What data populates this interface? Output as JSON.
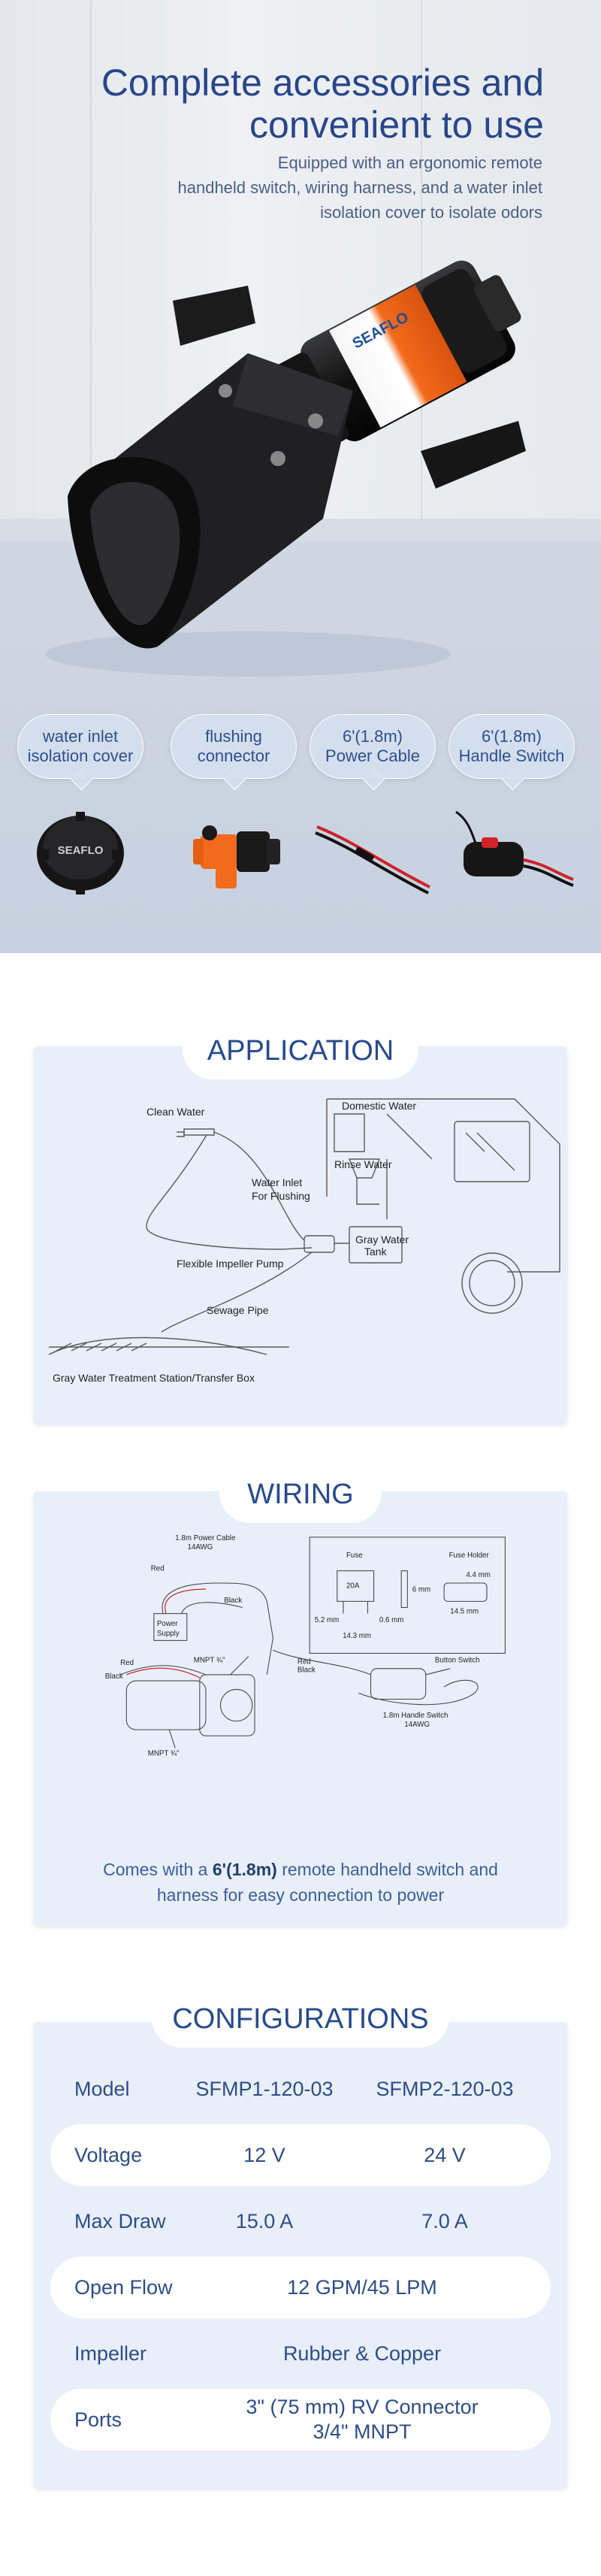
{
  "hero": {
    "title_line1": "Complete accessories and",
    "title_line2": "convenient to use",
    "subtitle_line1": "Equipped with an ergonomic remote",
    "subtitle_line2": "handheld switch, wiring harness, and a water inlet",
    "subtitle_line3": "isolation cover to isolate odors",
    "pump_label_brand": "SEAFLO",
    "accessories": [
      {
        "line1": "water inlet",
        "line2": "isolation cover"
      },
      {
        "line1": "flushing",
        "line2": "connector"
      },
      {
        "line1": "6'(1.8m)",
        "line2": "Power Cable"
      },
      {
        "line1": "6'(1.8m)",
        "line2": "Handle Switch"
      }
    ],
    "cover_brand": "SEAFLO"
  },
  "application": {
    "title": "APPLICATION",
    "labels": {
      "clean_water": "Clean Water",
      "domestic_water": "Domestic Water",
      "rinse_water": "Rinse Water",
      "water_inlet_1": "Water Inlet",
      "water_inlet_2": "For Flushing",
      "gray_tank_1": "Gray Water",
      "gray_tank_2": "Tank",
      "impeller_pump": "Flexible Impeller Pump",
      "sewage_pipe": "Sewage Pipe",
      "station": "Gray Water Treatment Station/Transfer Box"
    }
  },
  "wiring": {
    "title": "WIRING",
    "labels": {
      "power_cable_1": "1.8m Power Cable",
      "power_cable_2": "14AWG",
      "red_top": "Red",
      "black_top": "Black",
      "power_supply_1": "Power",
      "power_supply_2": "Supply",
      "red_left": "Red",
      "black_left": "Black",
      "mnpt_top": "MNPT ¾\"",
      "mnpt_bottom": "MNPT ¾\"",
      "red_mid": "Red",
      "black_mid": "Black",
      "fuse": "Fuse",
      "fuse_holder": "Fuse Holder",
      "fuse_rating": "20A",
      "dim_52": "5.2 mm",
      "dim_06": "0.6 mm",
      "dim_143": "14.3 mm",
      "dim_44": "4.4 mm",
      "dim_145": "14.5 mm",
      "dim_6": "6 mm",
      "button_switch": "Button Switch",
      "handle_switch_1": "1.8m Handle Switch",
      "handle_switch_2": "14AWG"
    },
    "caption_pre": "Comes with a ",
    "caption_bold": "6'(1.8m)",
    "caption_post": " remote handheld switch and",
    "caption_line2": "harness for easy connection to power"
  },
  "configurations": {
    "title": "CONFIGURATIONS",
    "header": {
      "label": "Model",
      "v1": "SFMP1-120-03",
      "v2": "SFMP2-120-03"
    },
    "rows": [
      {
        "label": "Voltage",
        "v1": "12 V",
        "v2": "24 V"
      },
      {
        "label": "Max Draw",
        "v1": "15.0 A",
        "v2": "7.0 A"
      }
    ],
    "open_flow": {
      "label": "Open Flow",
      "value": "12 GPM/45 LPM"
    },
    "impeller": {
      "label": "Impeller",
      "value": "Rubber & Copper"
    },
    "ports": {
      "label": "Ports",
      "value_line1": "3\" (75 mm) RV Connector",
      "value_line2": "3/4\" MNPT"
    }
  },
  "colors": {
    "title_blue": "#28468a",
    "card_bg": "#e9eff9",
    "accent_orange": "#f26a1b",
    "cable_red": "#d0232a"
  }
}
